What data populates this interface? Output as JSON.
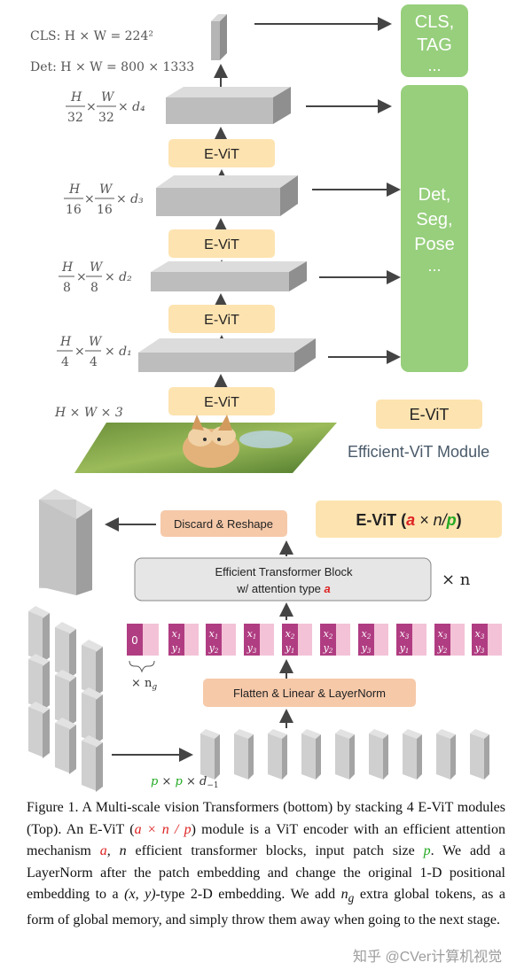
{
  "top": {
    "cls_label": "CLS: H × W = 224²",
    "det_label": "Det: H × W = 800 × 1333",
    "stage_labels": [
      {
        "num": "H",
        "den": "32",
        "num2": "W",
        "den2": "32",
        "d": "× d₄"
      },
      {
        "num": "H",
        "den": "16",
        "num2": "W",
        "den2": "16",
        "d": "× d₃"
      },
      {
        "num": "H",
        "den": "8",
        "num2": "W",
        "den2": "8",
        "d": "× d₂"
      },
      {
        "num": "H",
        "den": "4",
        "num2": "W",
        "den2": "4",
        "d": "× d₁"
      }
    ],
    "input_label": "H × W × 3",
    "evit_blocks": [
      "E-ViT",
      "E-ViT",
      "E-ViT",
      "E-ViT"
    ],
    "cls_box": {
      "line1": "CLS,",
      "line2": "TAG",
      "line3": "..."
    },
    "det_box": {
      "line1": "Det,",
      "line2": "Seg,",
      "line3": "Pose",
      "line4": "..."
    },
    "legend_block": "E-ViT",
    "legend_caption": "Efficient-ViT Module"
  },
  "bottom": {
    "evit_title_prefix": "E-ViT (",
    "evit_title_a": "a",
    "evit_title_mid": " × n/",
    "evit_title_p": "p",
    "evit_title_suffix": ")",
    "discard": "Discard & Reshape",
    "transformer_line1": "Efficient Transformer Block",
    "transformer_line2": "w/ attention type ",
    "transformer_a": "a",
    "times_n": "× n",
    "flatten": "Flatten & Linear & LayerNorm",
    "global_token": "0",
    "ng_label": "× n",
    "ng_sub": "g",
    "tokens": [
      {
        "x": "x",
        "xs": "1",
        "y": "y",
        "ys": "1"
      },
      {
        "x": "x",
        "xs": "1",
        "y": "y",
        "ys": "2"
      },
      {
        "x": "x",
        "xs": "1",
        "y": "y",
        "ys": "3"
      },
      {
        "x": "x",
        "xs": "2",
        "y": "y",
        "ys": "1"
      },
      {
        "x": "x",
        "xs": "2",
        "y": "y",
        "ys": "2"
      },
      {
        "x": "x",
        "xs": "2",
        "y": "y",
        "ys": "3"
      },
      {
        "x": "x",
        "xs": "3",
        "y": "y",
        "ys": "1"
      },
      {
        "x": "x",
        "xs": "3",
        "y": "y",
        "ys": "2"
      },
      {
        "x": "x",
        "xs": "3",
        "y": "y",
        "ys": "3"
      }
    ],
    "patch_label_p1": "p",
    "patch_label_mid": " × ",
    "patch_label_p2": "p",
    "patch_label_d": " × d",
    "patch_label_sub": "−1"
  },
  "caption": {
    "t1": "Figure 1. A Multi-scale vision Transformers (bottom) by stacking 4 E-ViT modules (Top). An E-ViT (",
    "a1": "a × n / p",
    "t2": ") module is a ViT encoder with an efficient attention mechanism ",
    "a2": "a",
    "t3": ", ",
    "n1": "n",
    "t4": " efficient transformer blocks, input patch size ",
    "p1": "p",
    "t5": ". We add a LayerNorm after the patch embedding and change the original 1-D positional embedding to a ",
    "xy": "(x, y)",
    "t6": "-type 2-D embedding. We add ",
    "ng": "n",
    "ngs": "g",
    "t7": " extra global tokens, as a form of global memory, and simply throw them away when going to the next stage."
  },
  "watermark": "知乎 @CVer计算机视觉",
  "colors": {
    "evit_fill": "#fde3b0",
    "head_green": "#97cf7c",
    "token_dark": "#b03d82",
    "token_light": "#f3c2d6",
    "flatten_fill": "#f6c9a9",
    "gray_block": "#bdbdbd"
  }
}
